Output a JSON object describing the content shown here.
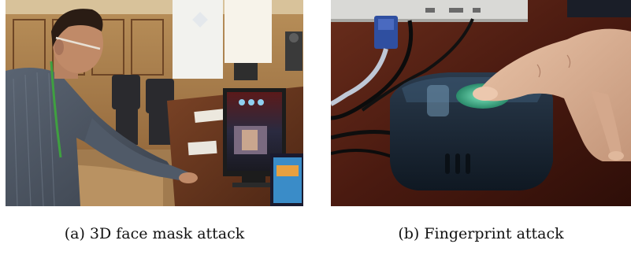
{
  "figure": {
    "panels": [
      {
        "tag": "(a)",
        "caption": "3D face mask attack"
      },
      {
        "tag": "(b)",
        "caption": "Fingerprint attack"
      }
    ]
  }
}
